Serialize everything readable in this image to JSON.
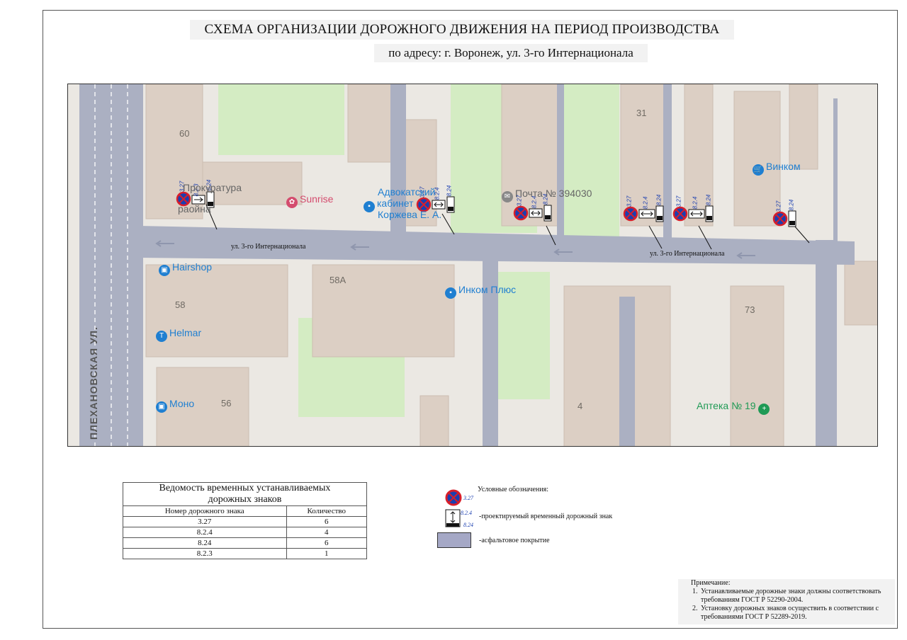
{
  "header": {
    "title": "СХЕМА  ОРГАНИЗАЦИИ ДОРОЖНОГО ДВИЖЕНИЯ НА ПЕРИОД ПРОИЗВОДСТВА РАБОТ",
    "address": "по адресу: г. Воронеж, ул. 3-го Интернационала"
  },
  "map": {
    "streets": {
      "main_left": "ул. 3-го Интернационала",
      "main_right": "ул. 3-го Интернационала",
      "vertical": "ПЛЕХАНОВСКАЯ УЛ."
    },
    "houses": [
      "60",
      "31",
      "58А",
      "58",
      "73",
      "56",
      "4"
    ],
    "pois": {
      "prokuratura_1": "Прокуратура",
      "prokuratura_2": "раойна",
      "sunrise": "Sunrise",
      "advokat_1": "Адвокатский",
      "advokat_2": "кабинет",
      "advokat_3": "Коржева Е. А.",
      "pochta": "Почта № 394030",
      "vinkom": "Винком",
      "hairshop": "Hairshop",
      "inkom": "Инком Плюс",
      "helmar": "Helmar",
      "mono": "Моно",
      "apteka": "Аптека № 19"
    },
    "sign_codes": {
      "s327": "3.27",
      "s824": "8.24",
      "s823": "8.2.3",
      "s8241": "8.2.4"
    }
  },
  "table": {
    "caption_1": "Ведомость временных устанавливаемых",
    "caption_2": "дорожных знаков",
    "col_1": "Номер дорожного знака",
    "col_2": "Количество",
    "rows": [
      {
        "sign": "3.27",
        "qty": "6"
      },
      {
        "sign": "8.2.4",
        "qty": "4"
      },
      {
        "sign": "8.24",
        "qty": "6"
      },
      {
        "sign": "8.2.3",
        "qty": "1"
      }
    ]
  },
  "legend": {
    "title": "Условные обозначения:",
    "sign_label": "-проектируемый временный дорожный знак",
    "asphalt_label": "-асфальтовое покрытие",
    "code_327": "3.27",
    "code_824a": "8.2.4",
    "code_824b": "8.24",
    "asphalt_color": "#a5a8c6"
  },
  "notes": {
    "title": "Примечание:",
    "items": [
      "Устанавливаемые дорожные знаки должны соответствовать требованиям ГОСТ Р 52290-2004.",
      "Установку дорожных знаков осуществить в соответствии с требованиями ГОСТ Р 52289-2019."
    ]
  },
  "colors": {
    "road": "#a9afc0",
    "green": "#d6ecc6",
    "building": "#d9cfc5",
    "poi_blue": "#1f7fd1",
    "sign_red": "#d81e2a",
    "sign_blue": "#1b3fb0"
  }
}
